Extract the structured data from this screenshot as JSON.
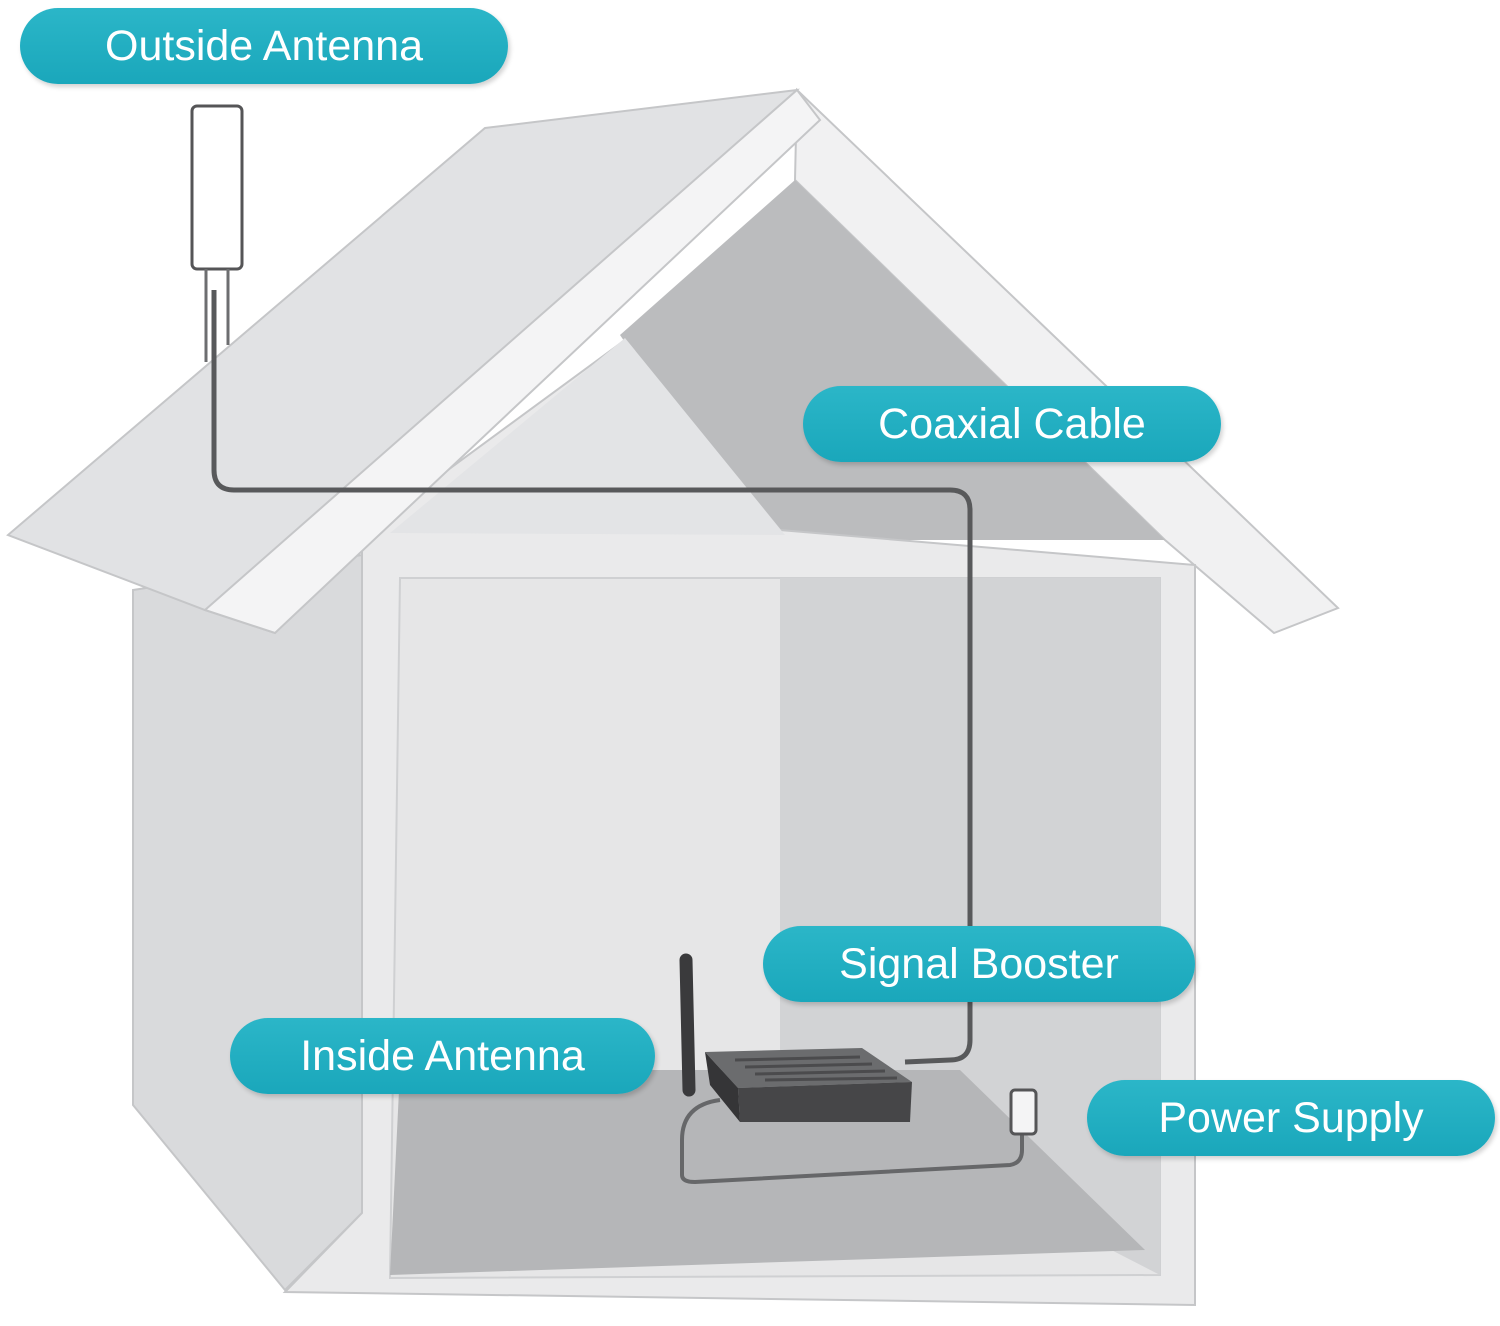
{
  "labels": {
    "outside_antenna": "Outside Antenna",
    "coaxial_cable": "Coaxial Cable",
    "signal_booster": "Signal Booster",
    "inside_antenna": "Inside Antenna",
    "power_supply": "Power Supply"
  },
  "colors": {
    "pill": "#1fafc2",
    "pill_text": "#ffffff",
    "roof_light": "#f1f1f2",
    "roof_shade": "#d9dadc",
    "wall_light": "#e0e1e3",
    "wall_dark": "#c8c9cb",
    "interior": "#e8e8e9",
    "floor": "#b3b4b6",
    "cable": "#636466",
    "booster": "#4b4b4d"
  }
}
